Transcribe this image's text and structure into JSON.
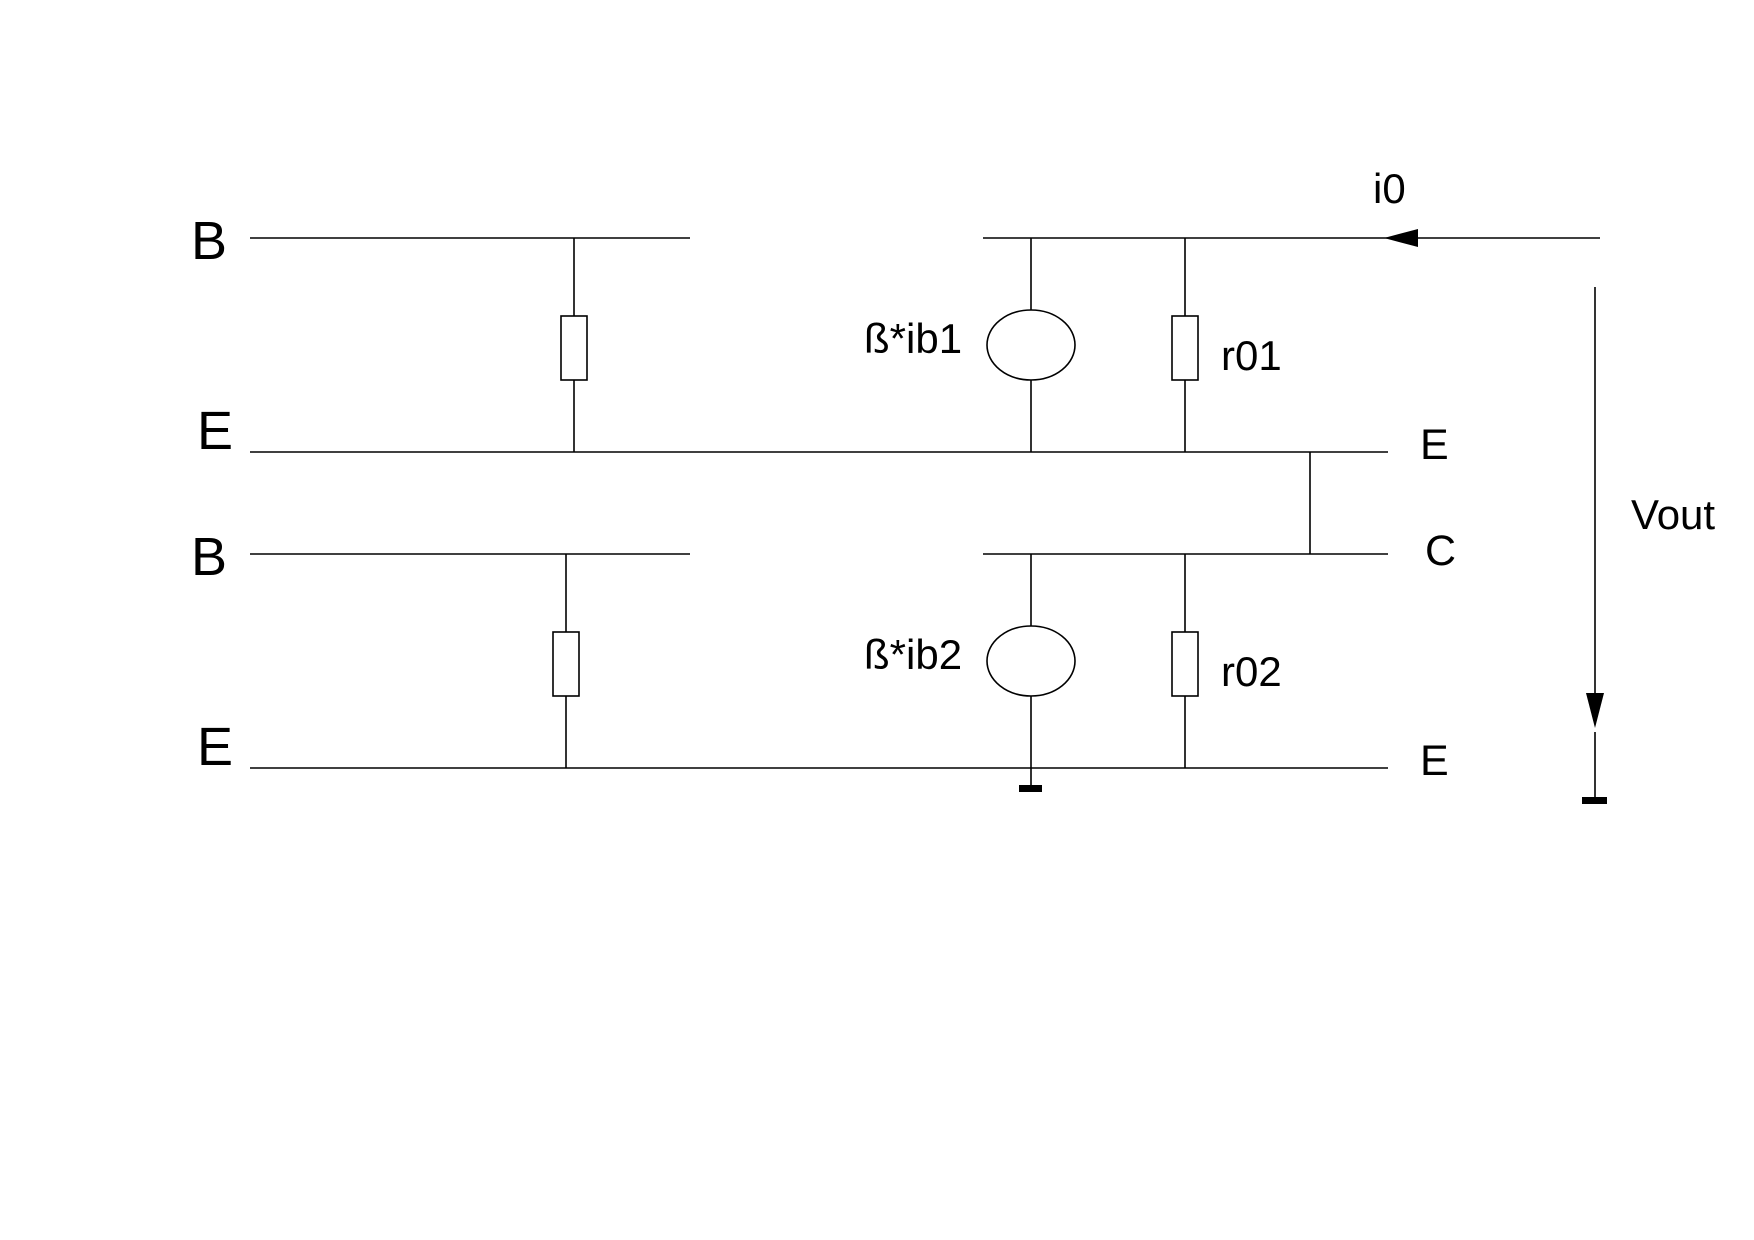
{
  "circuit": {
    "stage1": {
      "base_label": "B",
      "emitter_label": "E",
      "source_label": "ß*ib1",
      "output_resistor_label": "r01"
    },
    "stage2": {
      "base_label": "B",
      "emitter_label": "E",
      "source_label": "ß*ib2",
      "output_resistor_label": "r02"
    },
    "right_terminals": {
      "top_emitter": "E",
      "collector": "C",
      "bottom_emitter": "E"
    },
    "current_label": "i0",
    "voltage_label": "Vout"
  },
  "colors": {
    "background": "#ffffff",
    "ink": "#000000"
  }
}
